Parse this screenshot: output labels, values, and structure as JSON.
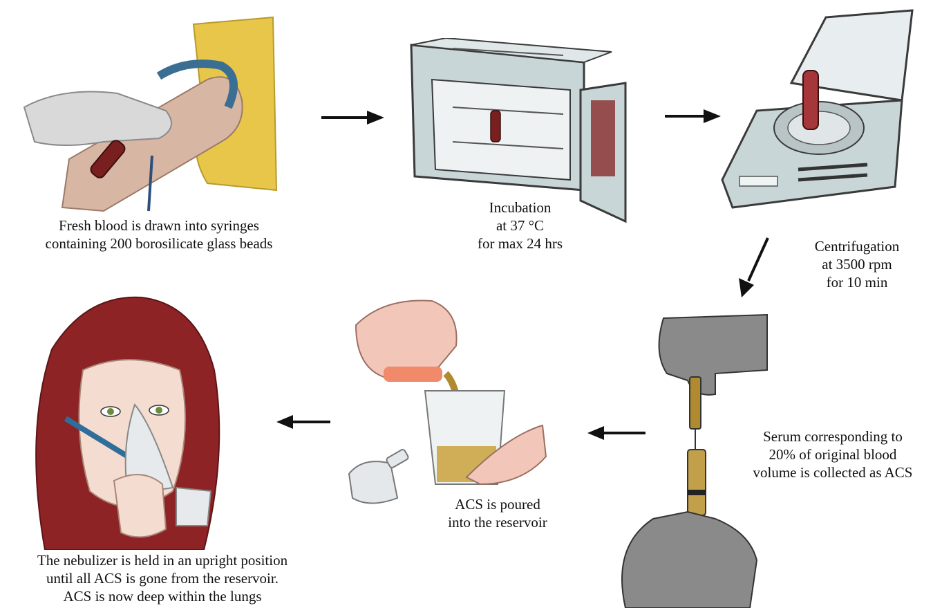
{
  "steps": [
    {
      "id": "draw",
      "icon": "arm-blood-draw-icon",
      "caption": [
        "Fresh blood is drawn into syringes",
        "containing 200 borosilicate glass beads"
      ]
    },
    {
      "id": "incubate",
      "icon": "incubator-icon",
      "caption": [
        "Incubation",
        "at 37 °C",
        "for max 24 hrs"
      ]
    },
    {
      "id": "centrifuge",
      "icon": "centrifuge-icon",
      "caption": [
        "Centrifugation",
        "at 3500 rpm",
        "for 10 min"
      ]
    },
    {
      "id": "collect",
      "icon": "syringe-transfer-icon",
      "caption": [
        "Serum corresponding to",
        "20% of original blood",
        "volume is collected as ACS"
      ]
    },
    {
      "id": "pour",
      "icon": "pour-into-reservoir-icon",
      "caption": [
        "ACS is poured",
        "into the reservoir"
      ]
    },
    {
      "id": "inhale",
      "icon": "nebulizer-mask-icon",
      "caption": [
        "The nebulizer is held in an upright position",
        "until all ACS is gone from the reservoir.",
        "ACS is now deep within the lungs"
      ]
    }
  ],
  "colors": {
    "arrow": "#111111",
    "blood": "#7a1f1f",
    "serum": "#b08a2e",
    "hair": "#8e2326",
    "glove": "#d9d9d9",
    "dark_glove": "#8a8a8a",
    "appliance": "#c9d6d8"
  }
}
